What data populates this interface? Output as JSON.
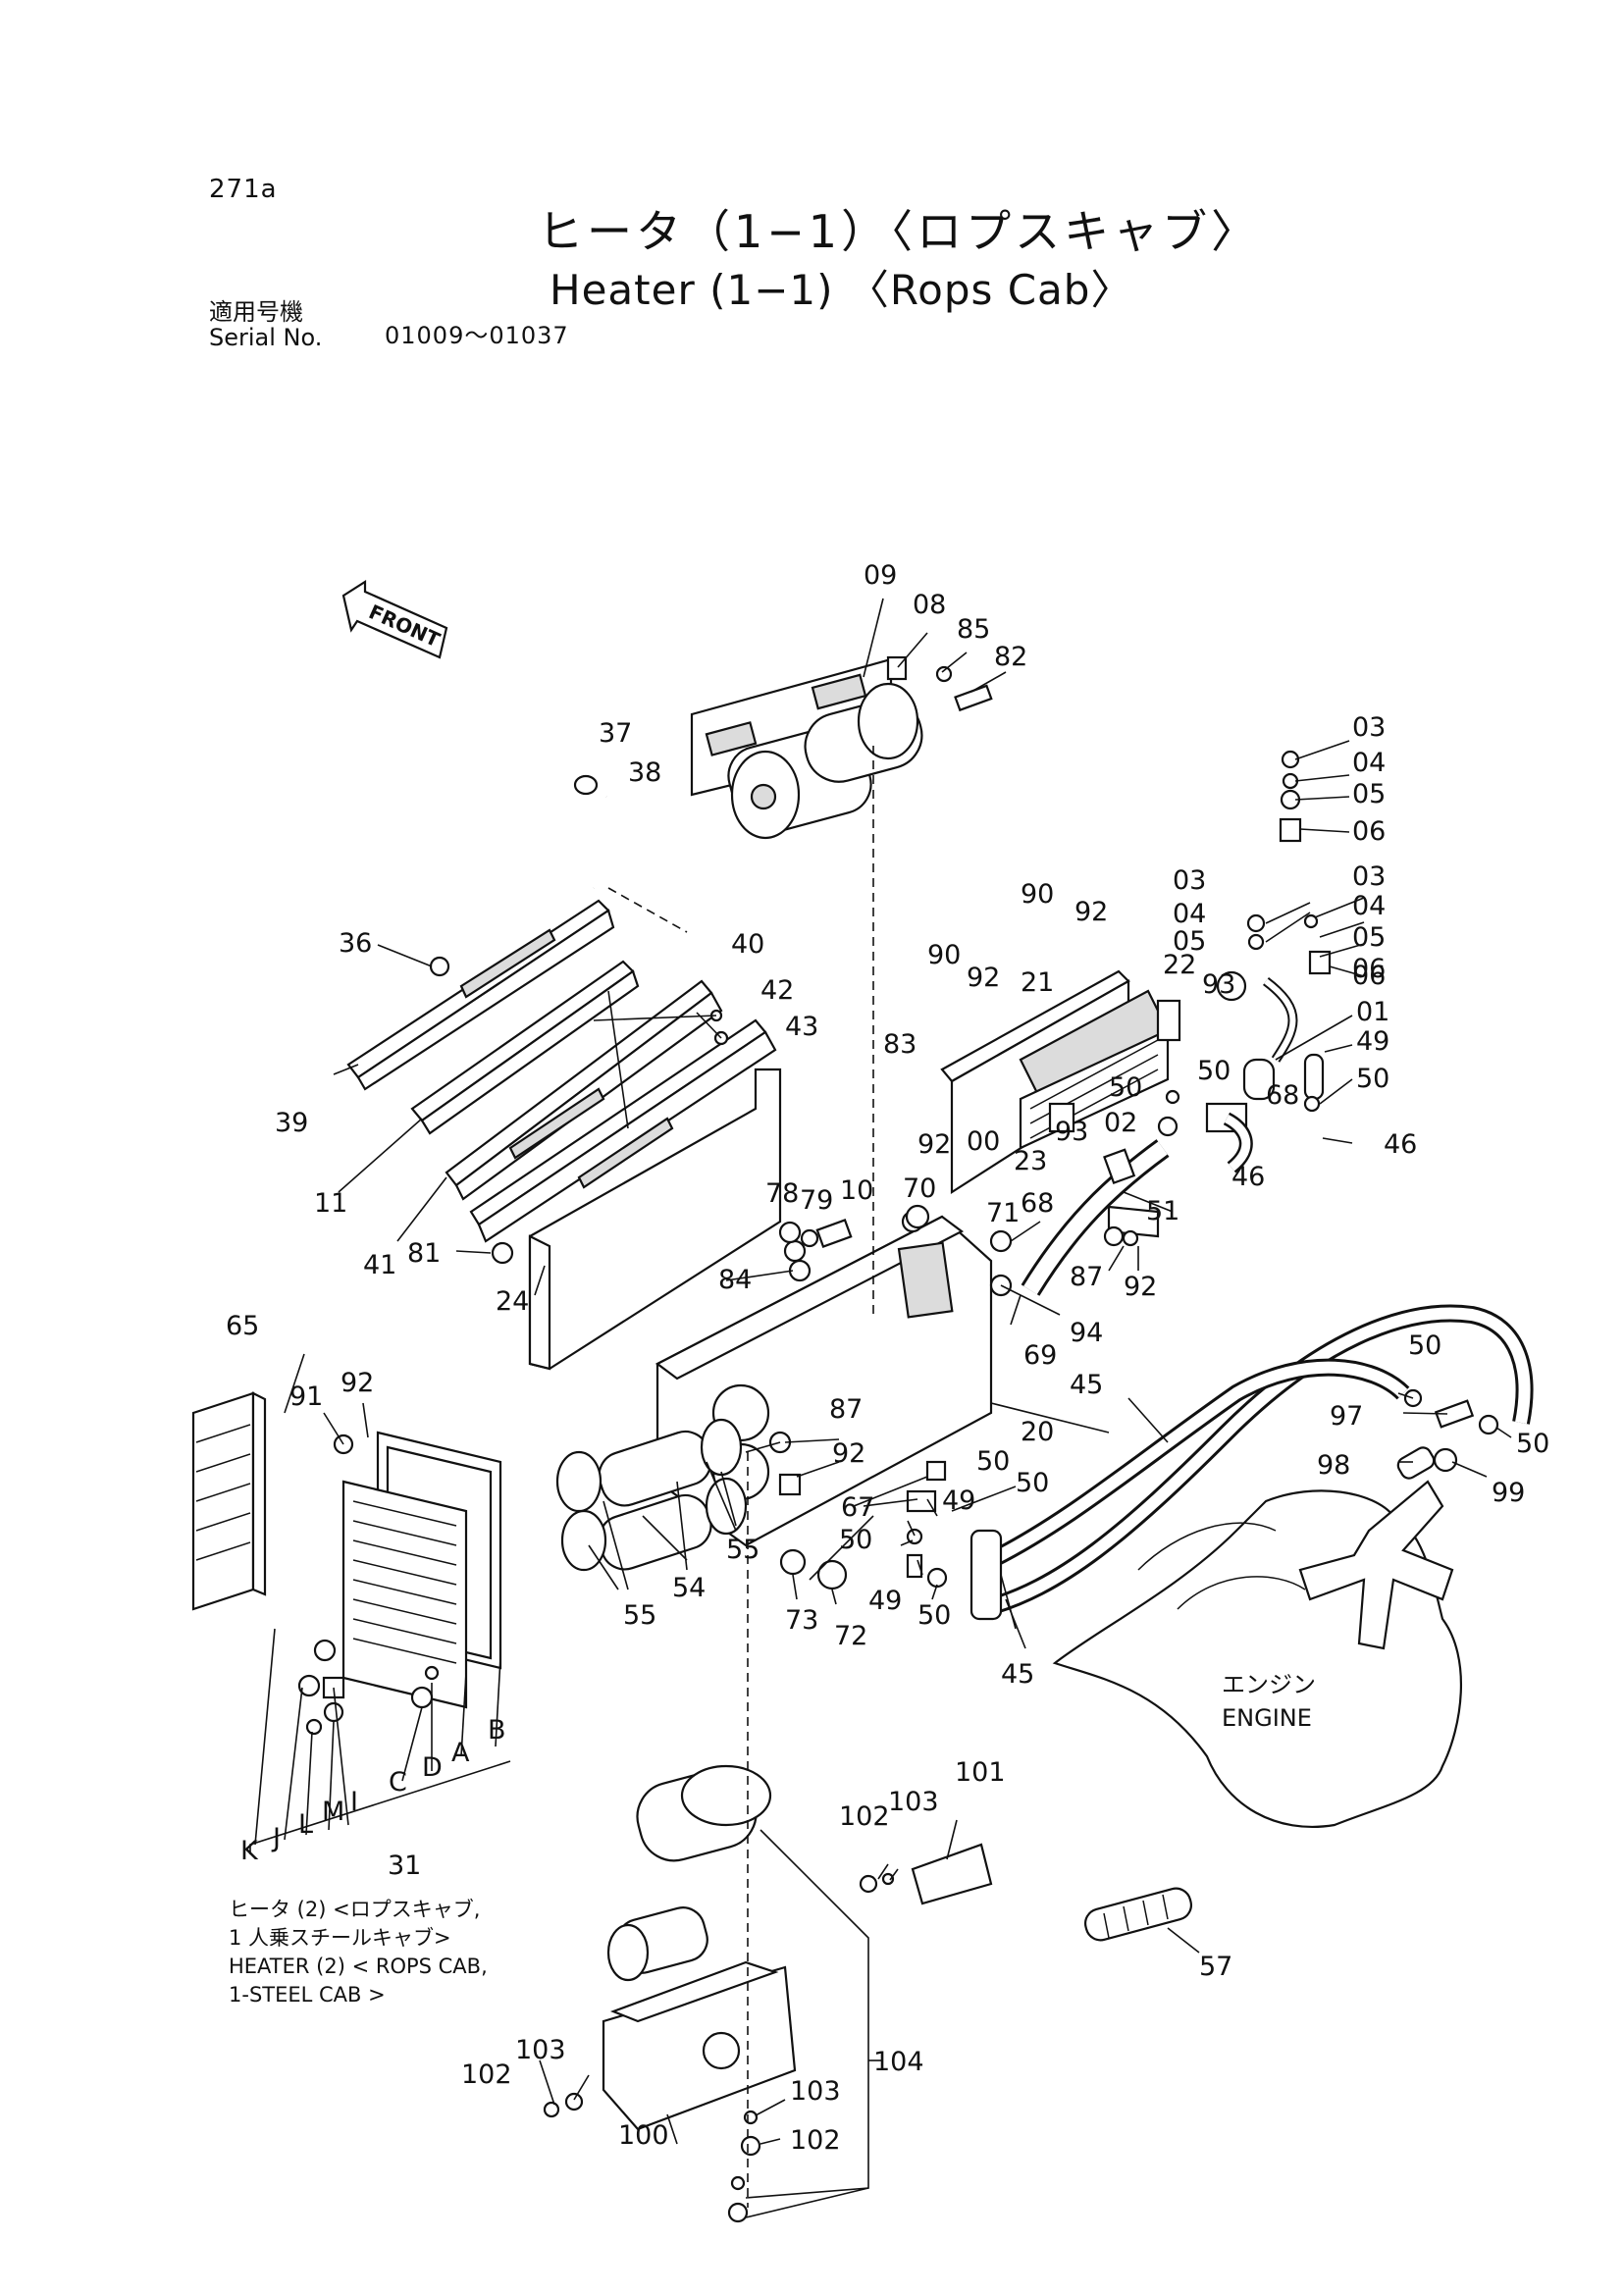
{
  "header": {
    "page_code": "271a",
    "title_jp": "ヒータ（1−1）〈ロプスキャブ〉",
    "title_en": "Heater (1−1) 〈Rops Cab〉",
    "serial_label_jp": "適用号機",
    "serial_label_en": "Serial No.",
    "serial_range": "01009～01037"
  },
  "direction_tag": "FRONT",
  "engine_label": {
    "jp": "エンジン",
    "en": "ENGINE"
  },
  "note": {
    "line1": "ヒータ (2) <ロプスキャブ,",
    "line2": "1 人乗スチールキャブ>",
    "line3": "HEATER (2) < ROPS CAB,",
    "line4": "1-STEEL CAB >"
  },
  "callouts": [
    "09",
    "08",
    "85",
    "82",
    "37",
    "38",
    "03",
    "04",
    "05",
    "06",
    "03",
    "04",
    "05",
    "06",
    "03",
    "04",
    "05",
    "06",
    "36",
    "40",
    "42",
    "43",
    "90",
    "92",
    "90",
    "92",
    "21",
    "22",
    "93",
    "01",
    "49",
    "50",
    "50",
    "39",
    "11",
    "41",
    "83",
    "92",
    "00",
    "23",
    "93",
    "02",
    "50",
    "68",
    "46",
    "46",
    "78",
    "79",
    "10",
    "70",
    "71",
    "68",
    "51",
    "81",
    "24",
    "84",
    "87",
    "92",
    "69",
    "94",
    "65",
    "91",
    "92",
    "87",
    "92",
    "20",
    "45",
    "50",
    "97",
    "50",
    "98",
    "99",
    "50",
    "67",
    "49",
    "50",
    "55",
    "54",
    "55",
    "50",
    "49",
    "50",
    "73",
    "72",
    "45",
    "K",
    "J",
    "L",
    "M",
    "I",
    "C",
    "D",
    "A",
    "B",
    "31",
    "101",
    "102",
    "103",
    "57",
    "103",
    "102",
    "104",
    "103",
    "100",
    "102"
  ]
}
